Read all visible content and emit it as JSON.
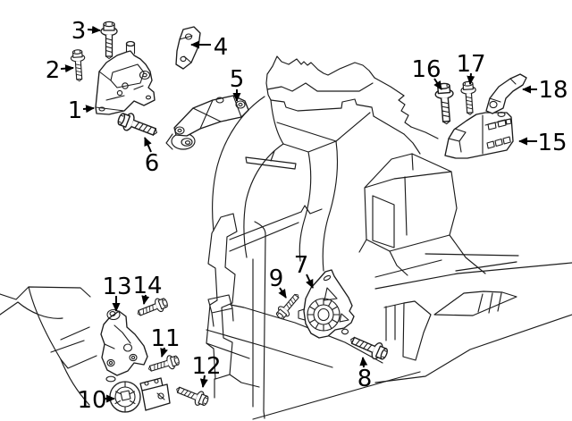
{
  "diagram": {
    "background_color": "#ffffff",
    "line_color": "#1c1c1c",
    "label_color": "#000000"
  },
  "callouts": [
    {
      "label": "1"
    },
    {
      "label": "2"
    },
    {
      "label": "3"
    },
    {
      "label": "4"
    },
    {
      "label": "5"
    },
    {
      "label": "6"
    },
    {
      "label": "7"
    },
    {
      "label": "8"
    },
    {
      "label": "9"
    },
    {
      "label": "10"
    },
    {
      "label": "11"
    },
    {
      "label": "12"
    },
    {
      "label": "13"
    },
    {
      "label": "14"
    },
    {
      "label": "15"
    },
    {
      "label": "16"
    },
    {
      "label": "17"
    },
    {
      "label": "18"
    }
  ]
}
